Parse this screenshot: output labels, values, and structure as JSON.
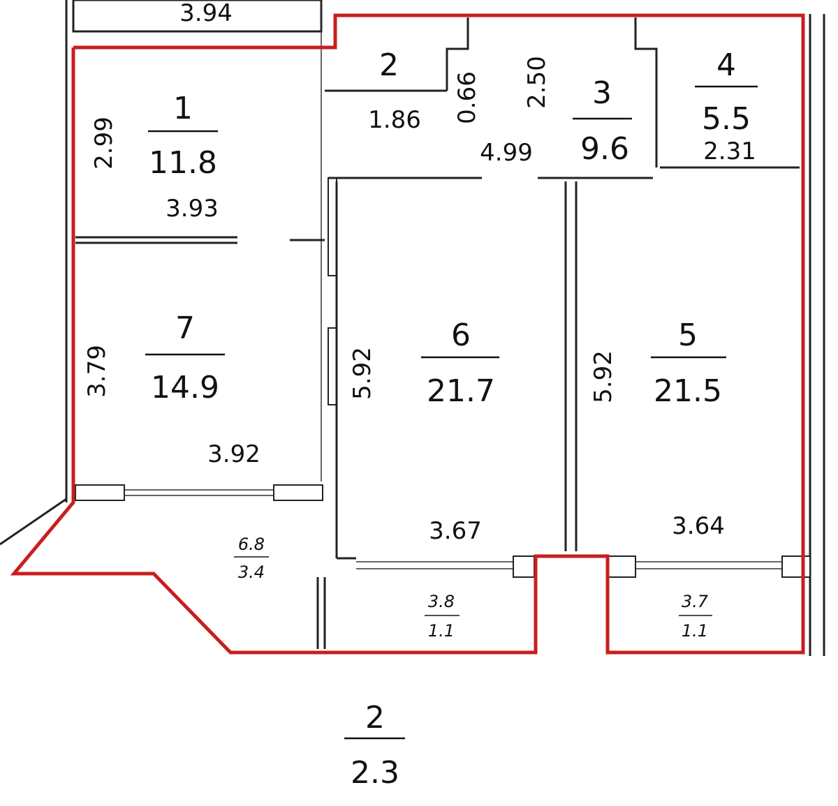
{
  "plan": {
    "outline_color": "#c81e1e",
    "top_dimension": "3.94",
    "rooms": [
      {
        "number": "1",
        "area": "11.8",
        "dims": [
          "2.99",
          "3.93"
        ]
      },
      {
        "number": "2",
        "dims": [
          "1.86",
          "0.66"
        ]
      },
      {
        "number": "3",
        "area": "9.6",
        "dims": [
          "2.50",
          "4.99"
        ]
      },
      {
        "number": "4",
        "area": "5.5",
        "dims": [
          "2.31"
        ]
      },
      {
        "number": "5",
        "area": "21.5",
        "dims": [
          "5.92",
          "3.64"
        ]
      },
      {
        "number": "6",
        "area": "21.7",
        "dims": [
          "5.92",
          "3.67"
        ]
      },
      {
        "number": "7",
        "area": "14.9",
        "dims": [
          "3.79",
          "3.92"
        ]
      }
    ],
    "balconies": [
      {
        "top": "6.8",
        "bottom": "3.4"
      },
      {
        "top": "3.8",
        "bottom": "1.1"
      },
      {
        "top": "3.7",
        "bottom": "1.1"
      }
    ],
    "total": {
      "top": "2",
      "bottom": "2.3"
    }
  }
}
